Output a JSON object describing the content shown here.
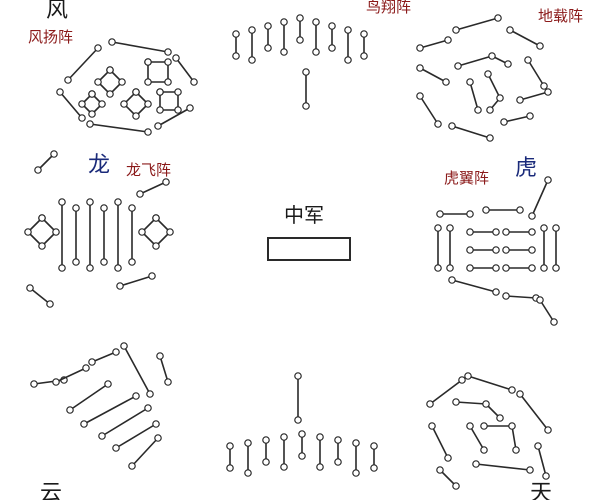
{
  "labels": {
    "feng_char": "风",
    "fengyang": "风扬阵",
    "niaoxiang": "鸟翔阵",
    "dizai": "地载阵",
    "long_char": "龙",
    "longfei": "龙飞阵",
    "huyi": "虎翼阵",
    "hu_char": "虎",
    "zhongjun": "中军",
    "yun_char": "云",
    "tian_char": "天"
  },
  "colors": {
    "line": "#2a2a2a",
    "red_label": "#8b1a1a",
    "blue_label": "#1a2a7a",
    "background": "#ffffff"
  },
  "icons": {
    "node": "circle-node",
    "center_box": "rectangle-frame"
  }
}
